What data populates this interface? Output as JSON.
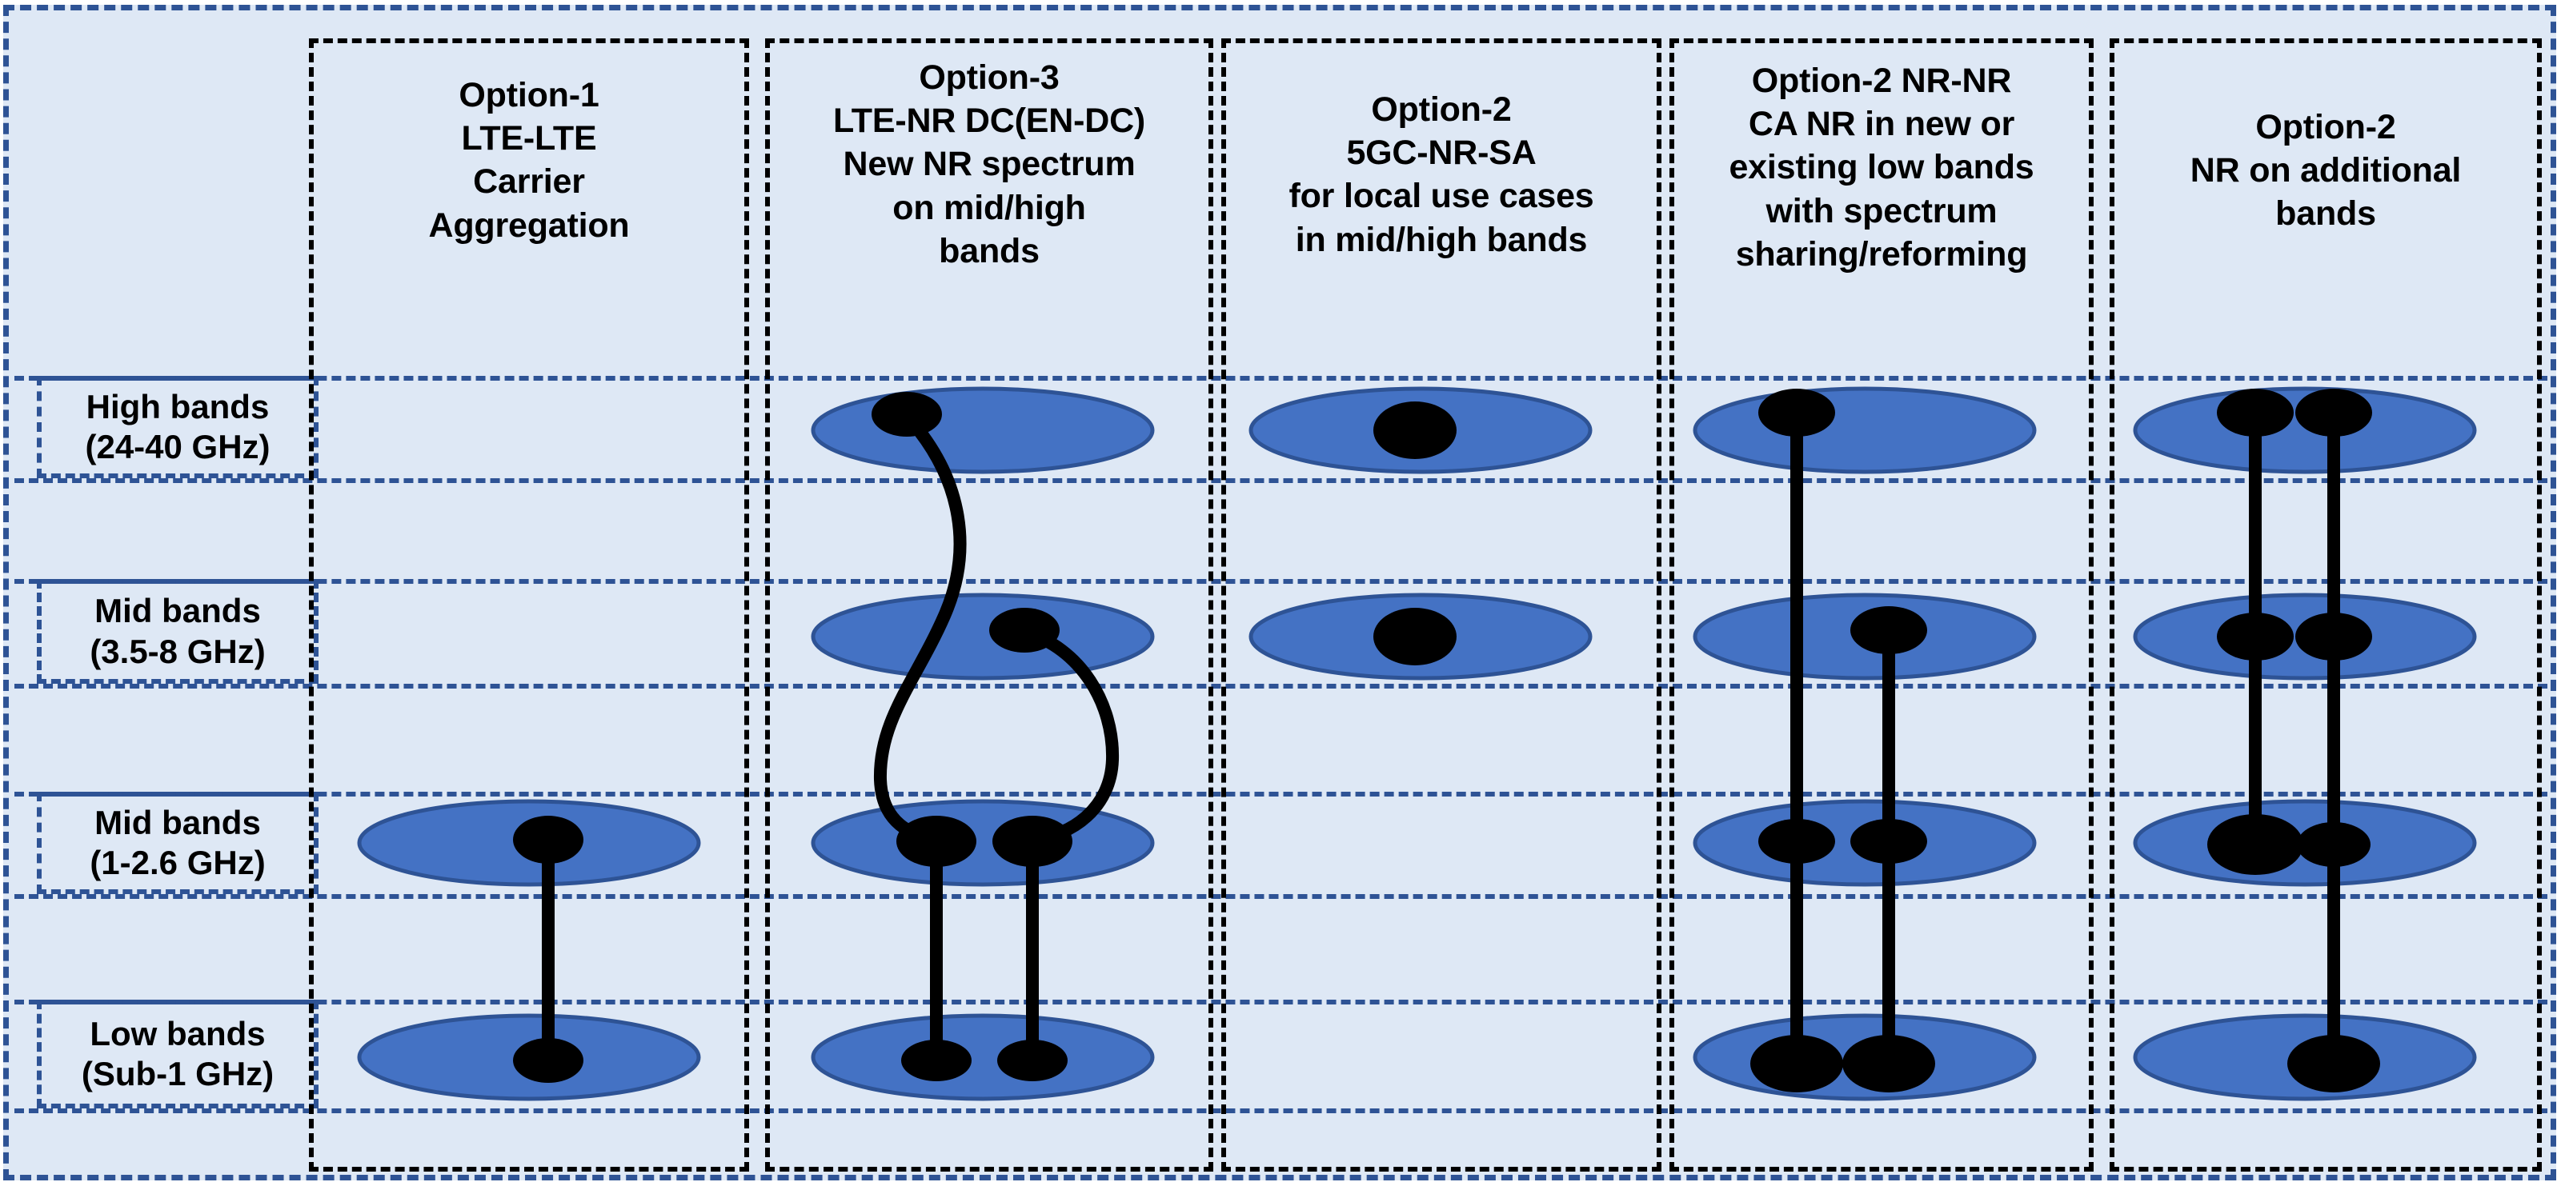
{
  "diagram": {
    "title": "5G NR spectrum deployment options across frequency bands",
    "type": "matrix-diagram",
    "colors": {
      "panel_background": "#DEE8F5",
      "ellipse_fill": "#4472C4",
      "ellipse_stroke": "#2E5395",
      "node_dot": "#000000",
      "link_line": "#000000",
      "row_border": "#2E5395",
      "column_border": "#000000"
    },
    "rows": [
      {
        "id": "high",
        "name": "High bands",
        "range": "(24-40 GHz)",
        "label": "High bands\n(24-40 GHz)"
      },
      {
        "id": "mid-hi",
        "name": "Mid bands",
        "range": "(3.5-8 GHz)",
        "label": "Mid bands\n(3.5-8 GHz)"
      },
      {
        "id": "mid-lo",
        "name": "Mid bands",
        "range": "(1-2.6 GHz)",
        "label": "Mid bands\n(1-2.6 GHz)"
      },
      {
        "id": "low",
        "name": "Low bands",
        "range": "(Sub-1 GHz)",
        "label": "Low bands\n(Sub-1 GHz)"
      }
    ],
    "columns": [
      {
        "id": "option-1",
        "option": "Option-1",
        "label": "Option-1\nLTE-LTE\nCarrier\nAggregation",
        "bands_present": [
          "mid-lo",
          "low"
        ]
      },
      {
        "id": "option-3",
        "option": "Option-3",
        "label": "Option-3\nLTE-NR DC(EN-DC)\nNew NR spectrum\non mid/high\nbands",
        "bands_present": [
          "high",
          "mid-hi",
          "mid-lo",
          "low"
        ]
      },
      {
        "id": "option-2-sa",
        "option": "Option-2",
        "label": "Option-2\n5GC-NR-SA\nfor local use cases\nin mid/high bands",
        "bands_present": [
          "high",
          "mid-hi"
        ]
      },
      {
        "id": "option-2-nrnr-ca",
        "option": "Option-2 NR-NR",
        "label": "Option-2 NR-NR\nCA NR in new or\nexisting low bands\nwith spectrum\nsharing/reforming",
        "bands_present": [
          "high",
          "mid-hi",
          "mid-lo",
          "low"
        ]
      },
      {
        "id": "option-2-additional",
        "option": "Option-2",
        "label": "Option-2\nNR on additional\nbands",
        "bands_present": [
          "high",
          "mid-hi",
          "mid-lo",
          "low"
        ]
      }
    ]
  }
}
